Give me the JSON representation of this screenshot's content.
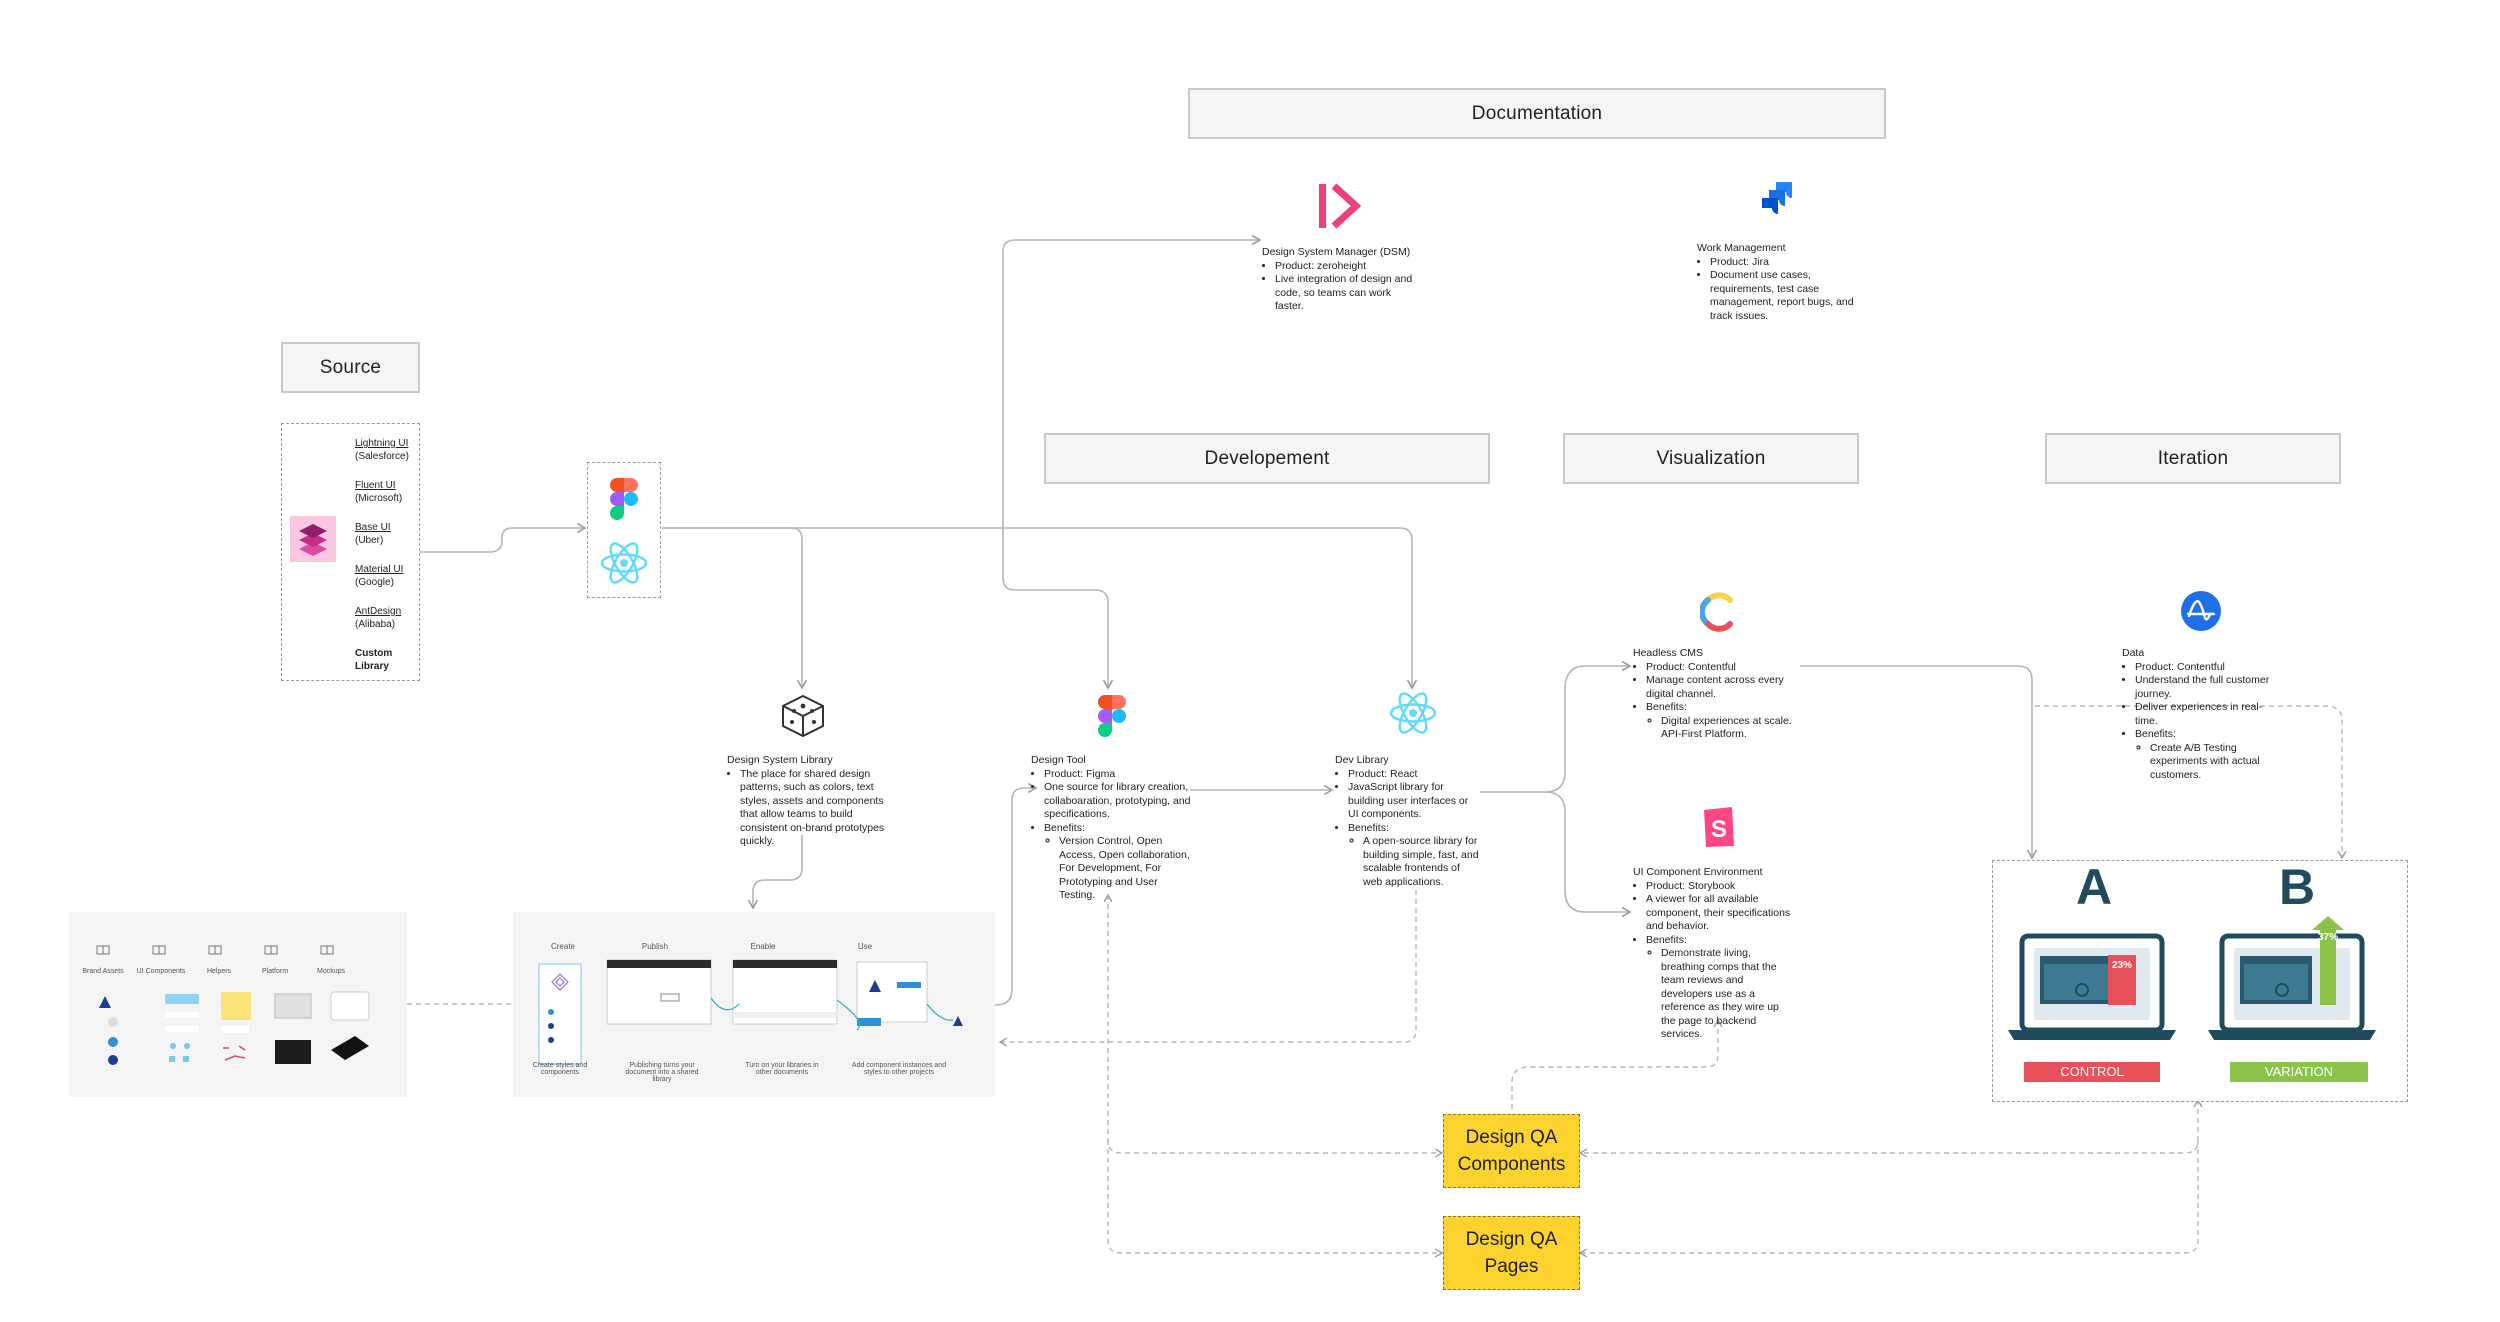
{
  "headers": {
    "documentation": "Documentation",
    "source": "Source",
    "development": "Developement",
    "visualization": "Visualization",
    "iteration": "Iteration"
  },
  "source_libraries": [
    {
      "name": "Lightning UI",
      "company": "(Salesforce)"
    },
    {
      "name": "Fluent UI",
      "company": "(Microsoft)"
    },
    {
      "name": "Base UI",
      "company": "(Uber)"
    },
    {
      "name": "Material UI",
      "company": "(Google)"
    },
    {
      "name": "AntDesign",
      "company": "(Alibaba)"
    }
  ],
  "source_custom": "Custom Library",
  "nodes": {
    "dsm": {
      "title": "Design System Manager (DSM)",
      "items": [
        "Product: zeroheight",
        "Live integration of design and code, so teams can work faster."
      ]
    },
    "work": {
      "title": "Work Management",
      "items": [
        "Product: Jira",
        "Document use cases, requirements, test case management, report bugs, and track issues."
      ]
    },
    "dsl": {
      "title": "Design System Library",
      "items": [
        "The place for shared design patterns, such as colors, text styles, assets and components that allow teams to build consistent on-brand prototypes quickly."
      ]
    },
    "tool": {
      "title": "Design Tool",
      "items": [
        "Product: Figma",
        "One source for library creation, collaboaration, prototyping, and specifications.",
        "Benefits:"
      ],
      "sub": [
        "Version Control, Open Access, Open collaboration, For Development, For Prototyping and User Testing."
      ]
    },
    "dev": {
      "title": "Dev Library",
      "items": [
        "Product: React",
        "JavaScript library for building user interfaces or UI components.",
        "Benefits:"
      ],
      "sub": [
        "A open-source library for building simple, fast, and scalable frontends of web applications."
      ]
    },
    "cms": {
      "title": "Headless CMS",
      "items": [
        "Product: Contentful",
        "Manage content across every digital channel.",
        "Benefits:"
      ],
      "sub": [
        "Digital experiences at scale. API-First Platform."
      ]
    },
    "uienv": {
      "title": "UI Component Environment",
      "items": [
        "Product: Storybook",
        "A viewer for all available component, their specifications and behavior.",
        "Benefits:"
      ],
      "sub": [
        "Demonstrate living, breathing comps that the team reviews and developers use as a reference as they wire up the page to backend services."
      ]
    },
    "data": {
      "title": "Data",
      "items": [
        "Product: Contentful",
        "Understand the full customer journey.",
        "Deliver experiences in real-time.",
        "Benefits:"
      ],
      "sub": [
        "Create A/B Testing experiments with actual customers."
      ]
    }
  },
  "assets_panel": {
    "columns": [
      "Brand Assets",
      "UI Components",
      "Helpers",
      "Platform",
      "Mockups"
    ]
  },
  "workflow_panel": {
    "steps": [
      "Create",
      "Publish",
      "Enable",
      "Use"
    ],
    "captions": [
      "Create styles and components",
      "Publishing turns your document into a shared library",
      "Turn on your libraries in other documents",
      "Add component instances and styles to other projects"
    ]
  },
  "ab_test": {
    "letter_a": "A",
    "letter_b": "B",
    "pct_a": "23%",
    "pct_b": "37%",
    "label_a": "CONTROL",
    "label_b": "VARIATION",
    "colors": {
      "control": "#e8505b",
      "variation": "#8bc34a",
      "laptop": "#1f4b5c",
      "screen": "#dfe9ef"
    }
  },
  "qa": {
    "components": "Design QA Components",
    "pages": "Design QA Pages"
  },
  "icons": [
    "zeroheight-icon",
    "jira-icon",
    "figma-icon",
    "react-icon",
    "design-system-cube-icon",
    "contentful-icon",
    "storybook-icon",
    "amplitude-icon",
    "stacked-layers-icon"
  ]
}
